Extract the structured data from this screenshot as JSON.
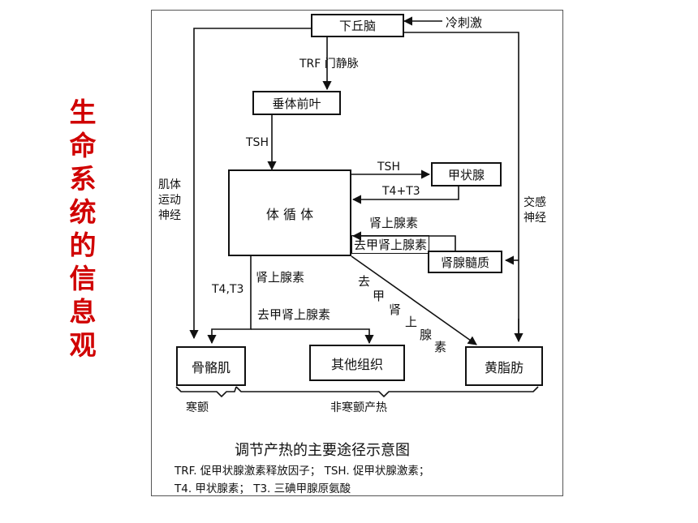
{
  "side_title": [
    "生",
    "命",
    "系",
    "统",
    "的",
    "信",
    "息",
    "观"
  ],
  "boxes": {
    "hypothalamus": "下丘脑",
    "pituitary": "垂体前叶",
    "body": "体 循 体",
    "thyroid": "甲状腺",
    "adrenal_medulla": "肾腺髓质",
    "muscle": "骨骼肌",
    "other_tissue": "其他组织",
    "brown_fat": "黄脂肪"
  },
  "labels": {
    "cold": "冷刺激",
    "trf_portal": "TRF 门静脉",
    "tsh_1": "TSH",
    "tsh_2": "TSH",
    "t4t3": "T4+T3",
    "adrenaline_1": "肾上腺素",
    "noradrenaline_1": "去甲肾上腺素",
    "motor_nerve": [
      "肌体",
      "运动",
      "神经"
    ],
    "sympathetic": [
      "交感",
      "神经"
    ],
    "t4_t3_left": "T4,T3",
    "adrenaline_2": "肾上腺素",
    "noradrenaline_2": "去甲肾上腺素",
    "diag_chars": [
      "去",
      "甲",
      "肾",
      "上",
      "腺",
      "素"
    ],
    "shiver": "寒颤",
    "non_shiver": "非寒颤产热"
  },
  "caption": "调节产热的主要途径示意图",
  "legend": [
    "TRF. 促甲状腺激素释放因子； TSH. 促甲状腺激素；",
    "T4. 甲状腺素； T3. 三碘甲腺原氨酸"
  ]
}
